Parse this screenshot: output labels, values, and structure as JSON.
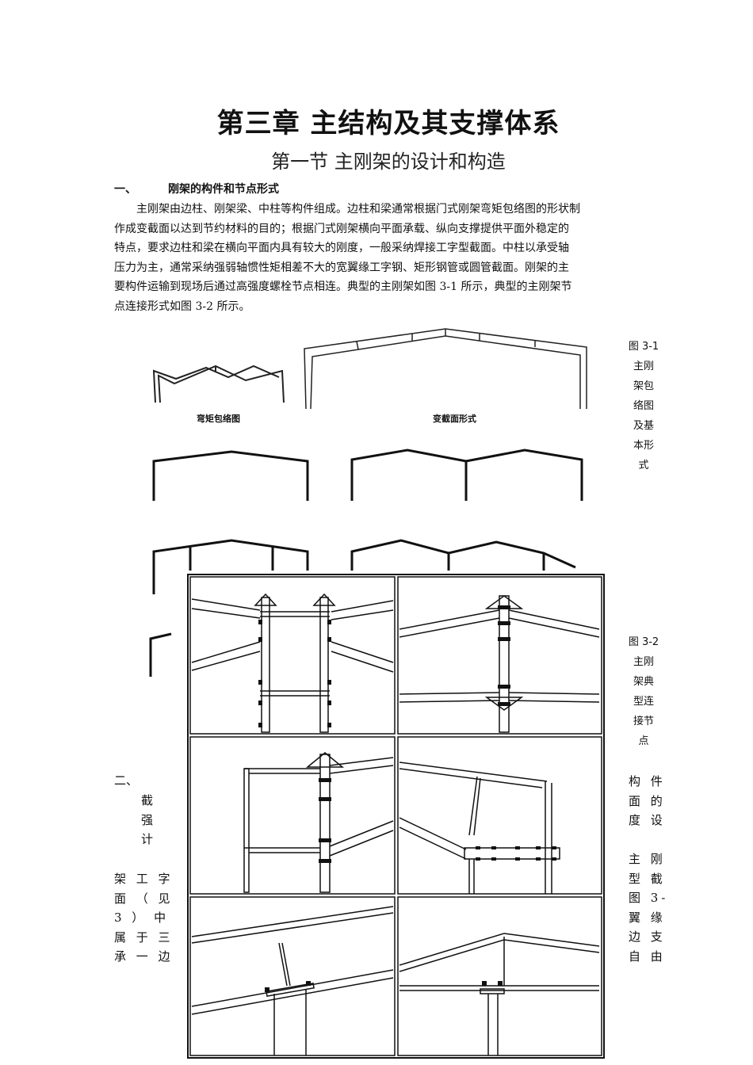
{
  "chapter_title": "第三章  主结构及其支撑体系",
  "section_title": "第一节  主刚架的设计和构造",
  "subsection_1": {
    "number": "一、",
    "title": "刚架的构件和节点形式"
  },
  "paragraph_lines": [
    "主刚架由边柱、刚架梁、中柱等构件组成。边柱和梁通常根据门式刚架弯矩包络图的形状制",
    "作成变截面以达到节约材料的目的；根据门式刚架横向平面承载、纵向支撑提供平面外稳定的",
    "特点，要求边柱和梁在横向平面内具有较大的刚度，一般采纳焊接工字型截面。中柱以承受轴",
    "压力为主，通常采纳强弱轴惯性矩相差不大的宽翼缘工字钢、矩形钢管或圆管截面。刚架的主",
    "要构件运输到现场后通过高强度螺栓节点相连。典型的主刚架如图 3-1 所示，典型的主刚架节",
    "点连接形式如图 3-2 所示。"
  ],
  "figure_labels": {
    "moment_envelope": "弯矩包络图",
    "variable_section": "变截面形式"
  },
  "figure_3_1_caption": [
    "图 3-1",
    "主刚",
    "架包",
    "络图",
    "及基",
    "本形",
    "式"
  ],
  "figure_3_2_caption": [
    "图 3-2",
    "主刚",
    "架典",
    "型连",
    "接节",
    "点"
  ],
  "subsection_2_number": "二、",
  "left_fragments": [
    "截",
    "强",
    "计"
  ],
  "left_lines": [
    "架 工 字",
    "面 （ 见",
    "3 ） 中",
    "属 于 三",
    "承 一 边"
  ],
  "right_fragments": [
    "构 件",
    "面 的",
    "度 设"
  ],
  "right_lines": [
    "主 刚",
    "型 截",
    "图 3-",
    "翼 缘",
    "边 支",
    "自 由"
  ]
}
